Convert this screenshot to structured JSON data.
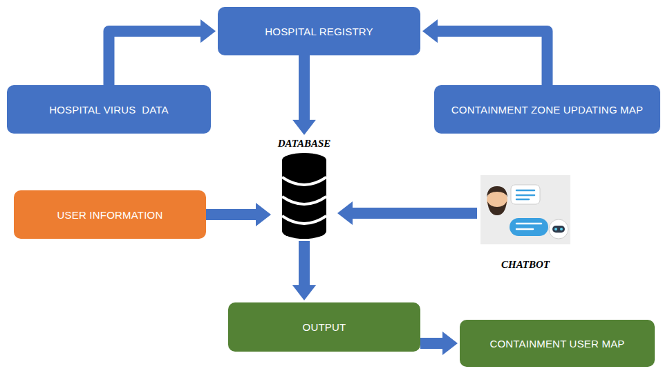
{
  "diagram": {
    "nodes": [
      {
        "text": [
          "HOSPITAL REGISTRY"
        ]
      },
      {
        "text": [
          "HOSPITAL VIRUS  DATA"
        ]
      },
      {
        "text": [
          "CONTAINMENT ZONE UPDATING MAP"
        ]
      },
      {
        "text": [
          "DATABASE"
        ]
      },
      {
        "text": [
          "USER INFORMATION"
        ]
      },
      {
        "text": [
          "CHATBOT"
        ]
      },
      {
        "text": [
          "OUTPUT"
        ]
      },
      {
        "text": [
          "CONTAINMENT USER MAP"
        ]
      }
    ],
    "edges": [
      {
        "from": 1,
        "to": 0,
        "arrow": "to"
      },
      {
        "from": 2,
        "to": 0,
        "arrow": "to"
      },
      {
        "from": 0,
        "to": 3,
        "arrow": "to"
      },
      {
        "from": 4,
        "to": 3,
        "arrow": "to"
      },
      {
        "from": 5,
        "to": 3,
        "arrow": "to"
      },
      {
        "from": 3,
        "to": 6,
        "arrow": "to"
      },
      {
        "from": 6,
        "to": 7,
        "arrow": "to"
      }
    ]
  }
}
